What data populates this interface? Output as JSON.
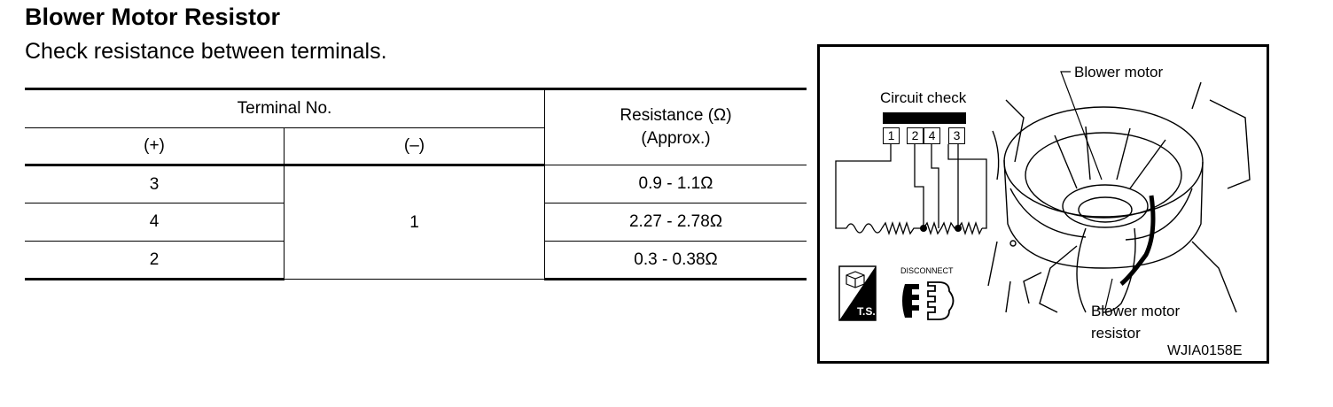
{
  "page": {
    "title": "Blower Motor Resistor",
    "subtitle": "Check resistance between terminals."
  },
  "table": {
    "header": {
      "terminal_no": "Terminal No.",
      "resistance": "Resistance (Ω)",
      "approx": "(Approx.)",
      "plus": "(+)",
      "minus": "(–)"
    },
    "minus_value": "1",
    "rows": [
      {
        "plus": "3",
        "resistance": "0.9 - 1.1Ω"
      },
      {
        "plus": "4",
        "resistance": "2.27 - 2.78Ω"
      },
      {
        "plus": "2",
        "resistance": "0.3 - 0.38Ω"
      }
    ]
  },
  "figure": {
    "circuit_check_label": "Circuit check",
    "connector_pins": [
      "1",
      "2",
      "4",
      "3"
    ],
    "blower_motor_label": "Blower motor",
    "resistor_label_line1": "Blower motor",
    "resistor_label_line2": "resistor",
    "ts_label": "T.S.",
    "disconnect_label": "DISCONNECT",
    "figure_code": "WJIA0158E"
  }
}
